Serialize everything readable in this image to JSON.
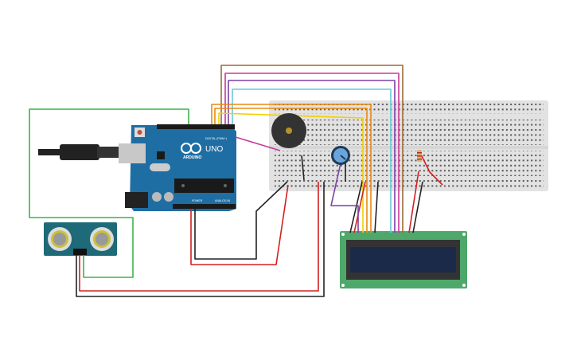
{
  "arduino": {
    "model_label": "UNO",
    "brand_label": "ARDUINO",
    "digital_label": "DIGITAL (PWM~)",
    "power_label": "POWER",
    "analog_label": "ANALOG IN"
  },
  "components": [
    "arduino-uno",
    "ultrasonic-sensor",
    "breadboard",
    "piezo-buzzer",
    "potentiometer",
    "resistor",
    "lcd-16x2"
  ],
  "colors": {
    "arduino_board": "#1f6ea3",
    "breadboard": "#e2e2e2",
    "lcd_board": "#4ea86a",
    "lcd_screen": "#1c2a4a",
    "sensor_board": "#1e6a78",
    "wire_green": "#3cb44b",
    "wire_brown": "#9a6a3a",
    "wire_magenta": "#c8389a",
    "wire_purple": "#7b3fa8",
    "wire_cyan": "#6cc8d6",
    "wire_orange": "#e88a10",
    "wire_yellow": "#f2d000",
    "wire_red": "#d42020",
    "wire_black": "#222222"
  }
}
